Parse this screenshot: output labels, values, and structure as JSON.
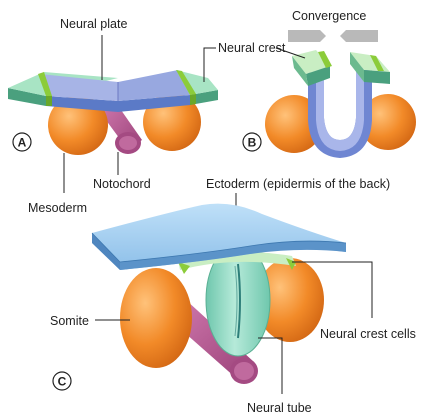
{
  "figure": {
    "labels": {
      "neural_plate": "Neural plate",
      "convergence": "Convergence",
      "neural_crest": "Neural crest",
      "notochord": "Notochord",
      "mesoderm": "Mesoderm",
      "ectoderm": "Ectoderm (epidermis of the back)",
      "somite": "Somite",
      "neural_crest_cells": "Neural crest cells",
      "neural_tube": "Neural tube"
    },
    "panels": {
      "a": "A",
      "b": "B",
      "c": "C"
    }
  },
  "colors": {
    "ectoderm_top": "#9cc8ee",
    "ectoderm_side": "#5b93c9",
    "neural_plate": "#a7b4e6",
    "neural_plate_dark": "#7f8fd2",
    "neural_crest_green": "#c9eec3",
    "neural_crest_band": "#8ccc3a",
    "mesoderm": "#f08a2a",
    "notochord": "#b3588f",
    "neural_tube": "#8fd8c0"
  }
}
